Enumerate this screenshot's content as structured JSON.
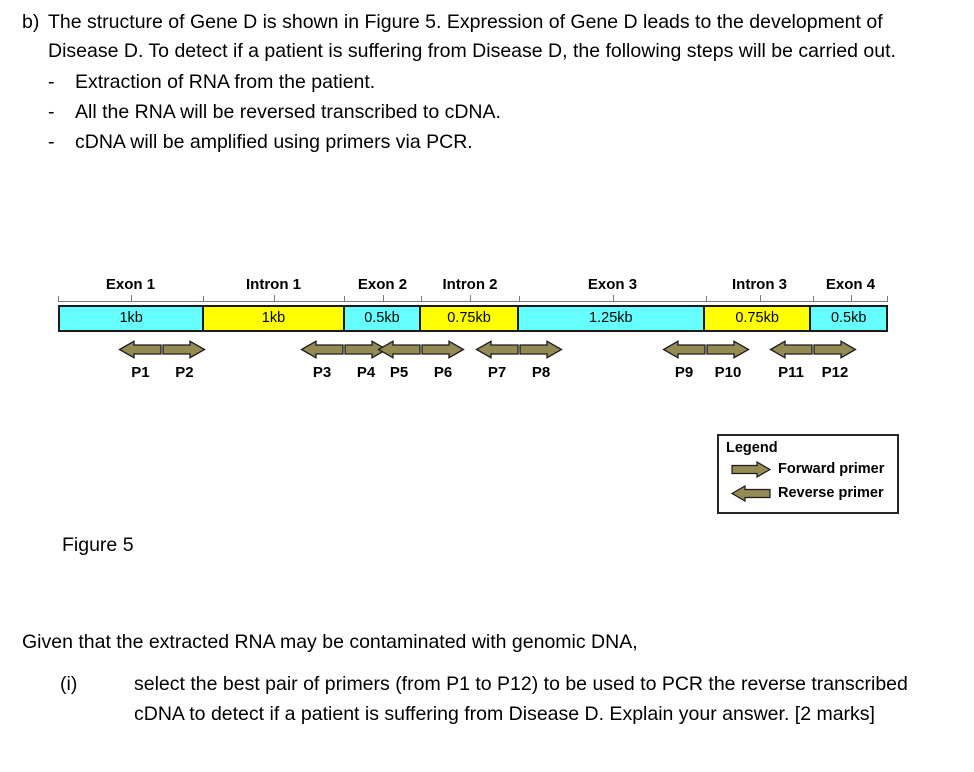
{
  "question": {
    "marker": "b)",
    "paragraph": "The structure of Gene D is shown in Figure 5.  Expression of Gene D leads to the development of Disease D.  To detect if a patient is suffering from Disease D, the following steps will be carried out.",
    "dash": "-",
    "steps": [
      "Extraction of RNA from the patient.",
      "All the RNA will be reversed transcribed to cDNA.",
      "cDNA will be amplified using primers via PCR."
    ]
  },
  "figure": {
    "caption": "Figure 5",
    "segments": [
      {
        "label": "Exon 1",
        "size": "1kb",
        "type": "exon",
        "color": "#66ffff"
      },
      {
        "label": "Intron 1",
        "size": "1kb",
        "type": "intron",
        "color": "#ffff00"
      },
      {
        "label": "Exon 2",
        "size": "0.5kb",
        "type": "exon",
        "color": "#66ffff"
      },
      {
        "label": "Intron 2",
        "size": "0.75kb",
        "type": "intron",
        "color": "#ffff00"
      },
      {
        "label": "Exon 3",
        "size": "1.25kb",
        "type": "exon",
        "color": "#66ffff"
      },
      {
        "label": "Intron 3",
        "size": "0.75kb",
        "type": "intron",
        "color": "#ffff00"
      },
      {
        "label": "Exon 4",
        "size": "0.5kb",
        "type": "exon",
        "color": "#66ffff"
      }
    ],
    "primers": [
      {
        "reverse": "P1",
        "forward": "P2"
      },
      {
        "reverse": "P3",
        "forward": "P4"
      },
      {
        "reverse": "P5",
        "forward": "P6"
      },
      {
        "reverse": "P7",
        "forward": "P8"
      },
      {
        "reverse": "P9",
        "forward": "P10"
      },
      {
        "reverse": "P11",
        "forward": "P12"
      }
    ],
    "legend": {
      "title": "Legend",
      "forward_label": "Forward primer",
      "reverse_label": "Reverse primer",
      "arrow_color": "#948b54"
    }
  },
  "closing": {
    "lead": "Given that the extracted RNA may be contaminated with genomic DNA,",
    "item_marker": "(i)",
    "item_text": "select the best pair of primers (from P1 to P12) to be used to PCR the reverse transcribed cDNA to detect if a patient is suffering from Disease D.  Explain your answer. [2 marks]"
  }
}
